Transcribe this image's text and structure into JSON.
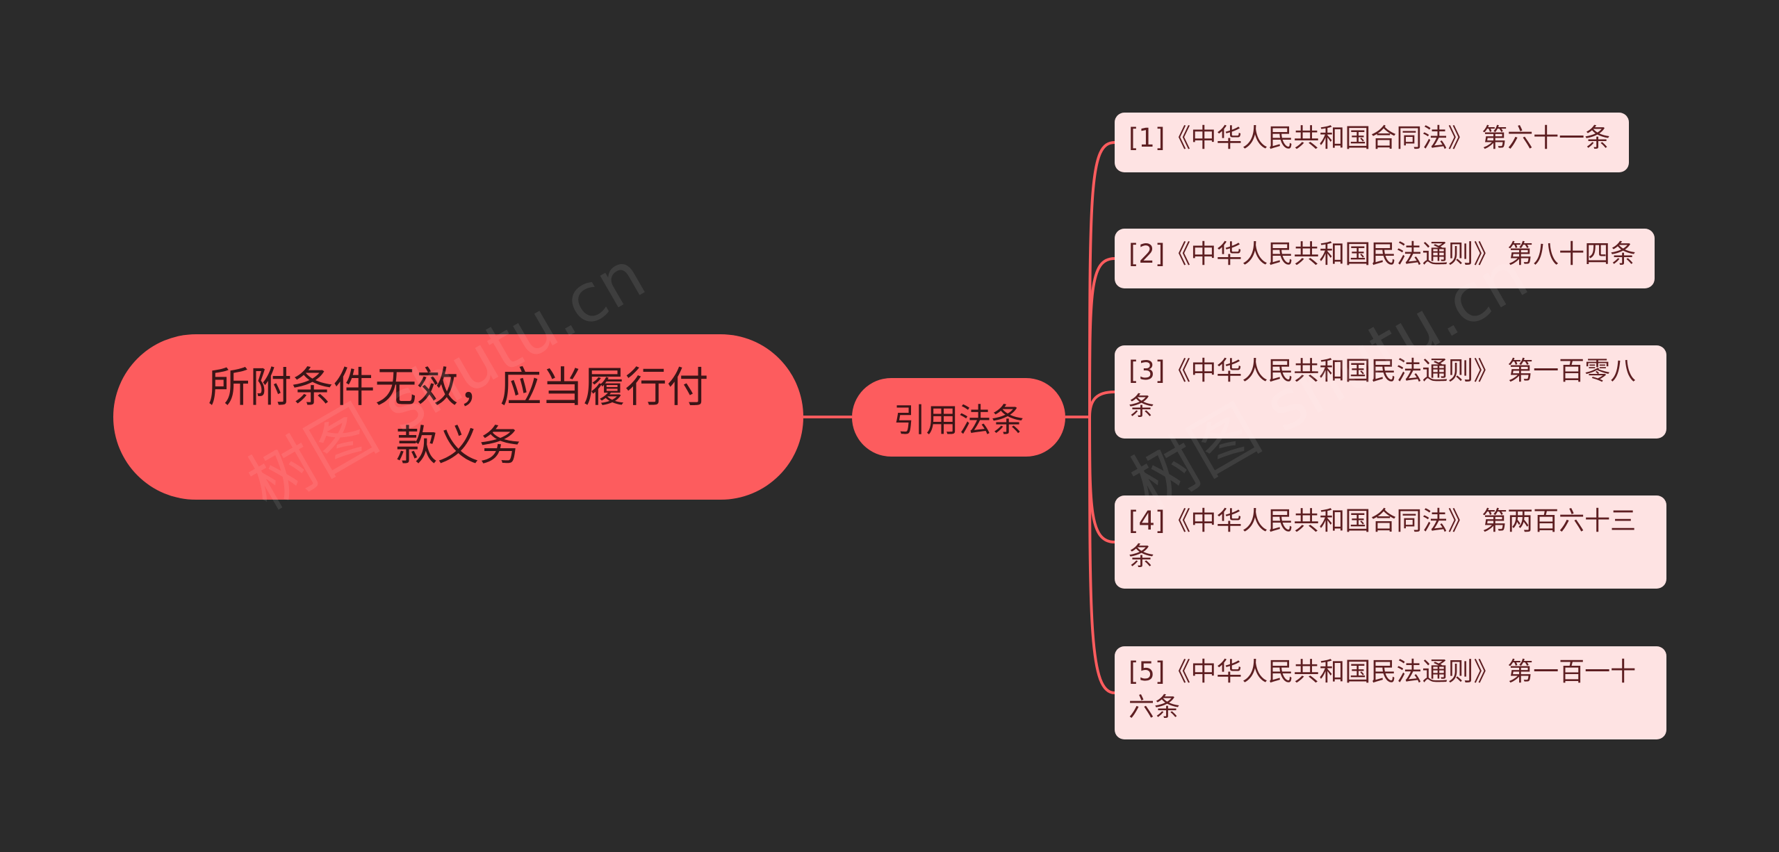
{
  "mindmap": {
    "root": {
      "label": "所附条件无效，应当履行付款义务"
    },
    "branch": {
      "label": "引用法条"
    },
    "leaves": [
      {
        "label": "[1]《中华人民共和国合同法》 第六十一条"
      },
      {
        "label": "[2]《中华人民共和国民法通则》 第八十四条"
      },
      {
        "label": "[3]《中华人民共和国民法通则》 第一百零八条"
      },
      {
        "label": "[4]《中华人民共和国合同法》 第两百六十三条"
      },
      {
        "label": "[5]《中华人民共和国民法通则》 第一百一十六条"
      }
    ]
  },
  "watermark": {
    "text": "树图 shutu.cn"
  },
  "colors": {
    "background": "#2b2b2b",
    "node_fill": "#fd5c5e",
    "leaf_fill": "#fee3e3",
    "connector": "#fd5c5e",
    "root_text": "#3b1517",
    "leaf_text": "#5e1f22"
  }
}
